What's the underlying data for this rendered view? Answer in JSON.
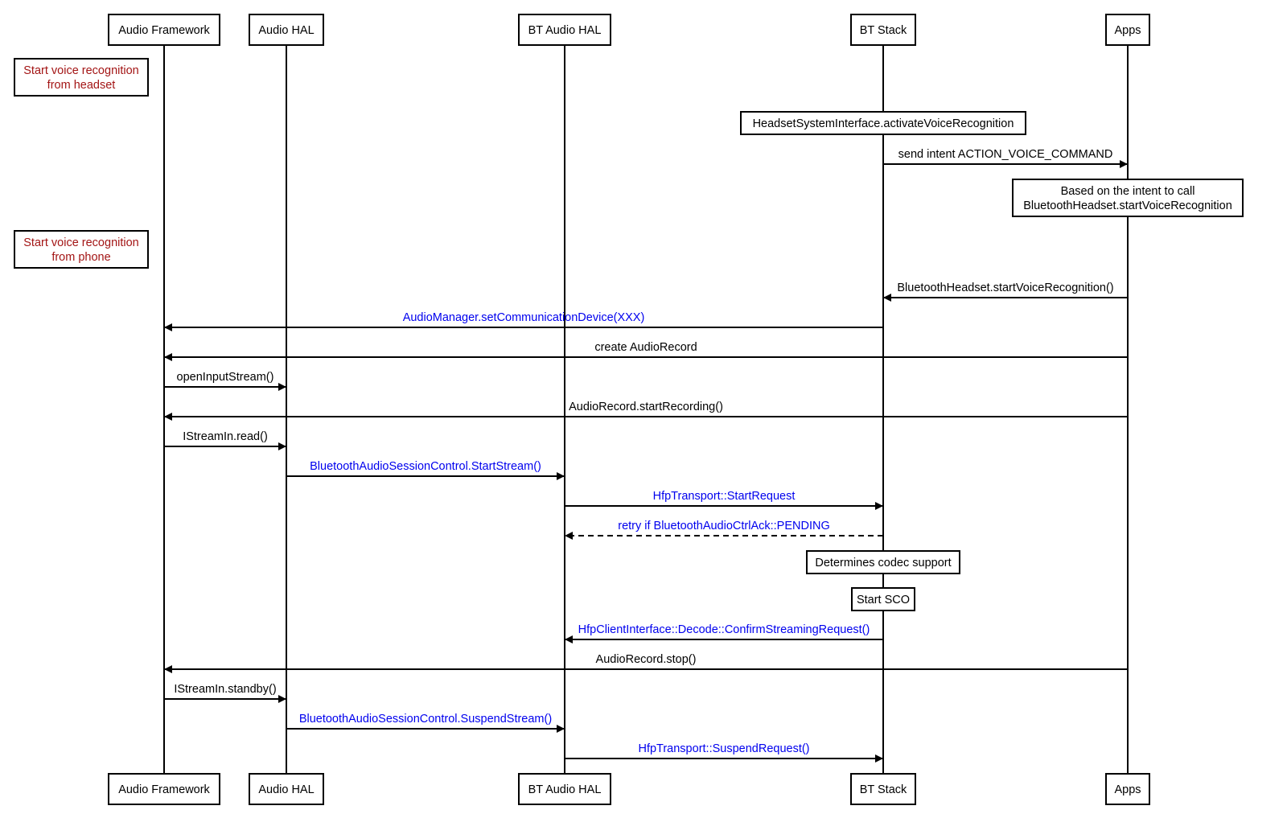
{
  "participants": [
    {
      "id": "af",
      "label": "Audio Framework"
    },
    {
      "id": "ah",
      "label": "Audio HAL"
    },
    {
      "id": "bah",
      "label": "BT Audio HAL"
    },
    {
      "id": "bts",
      "label": "BT Stack"
    },
    {
      "id": "apps",
      "label": "Apps"
    }
  ],
  "side_notes": [
    {
      "lines": [
        "Start voice recognition",
        "from headset"
      ]
    },
    {
      "lines": [
        "Start voice recognition",
        "from phone"
      ]
    }
  ],
  "notes": [
    {
      "over": "bts",
      "lines": [
        "HeadsetSystemInterface.activateVoiceRecognition"
      ]
    },
    {
      "over": "apps",
      "lines": [
        "Based on the intent to call",
        "BluetoothHeadset.startVoiceRecognition"
      ]
    },
    {
      "over": "bts",
      "lines": [
        "Determines codec support"
      ]
    },
    {
      "over": "bts",
      "lines": [
        "Start SCO"
      ]
    }
  ],
  "messages": [
    {
      "from": "bts",
      "to": "apps",
      "label": "send intent ACTION_VOICE_COMMAND",
      "style": "solid",
      "color": "black"
    },
    {
      "from": "apps",
      "to": "bts",
      "label": "BluetoothHeadset.startVoiceRecognition()",
      "style": "solid",
      "color": "black"
    },
    {
      "from": "bts",
      "to": "af",
      "label": "AudioManager.setCommunicationDevice(XXX)",
      "style": "solid",
      "color": "blue"
    },
    {
      "from": "apps",
      "to": "af",
      "label": "create AudioRecord",
      "style": "solid",
      "color": "black"
    },
    {
      "from": "af",
      "to": "ah",
      "label": "openInputStream()",
      "style": "solid",
      "color": "black"
    },
    {
      "from": "apps",
      "to": "af",
      "label": "AudioRecord.startRecording()",
      "style": "solid",
      "color": "black"
    },
    {
      "from": "af",
      "to": "ah",
      "label": "IStreamIn.read()",
      "style": "solid",
      "color": "black"
    },
    {
      "from": "ah",
      "to": "bah",
      "label": "BluetoothAudioSessionControl.StartStream()",
      "style": "solid",
      "color": "blue"
    },
    {
      "from": "bah",
      "to": "bts",
      "label": "HfpTransport::StartRequest",
      "style": "solid",
      "color": "blue"
    },
    {
      "from": "bts",
      "to": "bah",
      "label": "retry if BluetoothAudioCtrlAck::PENDING",
      "style": "dashed",
      "color": "blue"
    },
    {
      "from": "bts",
      "to": "bah",
      "label": "HfpClientInterface::Decode::ConfirmStreamingRequest()",
      "style": "solid",
      "color": "blue"
    },
    {
      "from": "apps",
      "to": "af",
      "label": "AudioRecord.stop()",
      "style": "solid",
      "color": "black"
    },
    {
      "from": "af",
      "to": "ah",
      "label": "IStreamIn.standby()",
      "style": "solid",
      "color": "black"
    },
    {
      "from": "ah",
      "to": "bah",
      "label": "BluetoothAudioSessionControl.SuspendStream()",
      "style": "solid",
      "color": "blue"
    },
    {
      "from": "bah",
      "to": "bts",
      "label": "HfpTransport::SuspendRequest()",
      "style": "solid",
      "color": "blue"
    }
  ],
  "colors": {
    "black": "#000000",
    "blue": "#0000ee",
    "note_red": "#a31515"
  }
}
